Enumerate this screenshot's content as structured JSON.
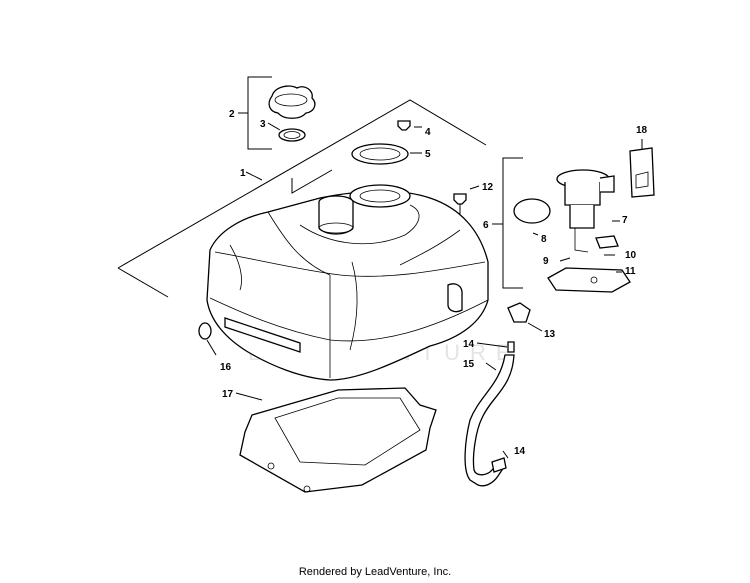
{
  "watermark": "LEADVENTURE",
  "callouts": [
    "1",
    "2",
    "3",
    "4",
    "5",
    "6",
    "7",
    "8",
    "9",
    "10",
    "11",
    "12",
    "13",
    "14",
    "15",
    "16",
    "17",
    "18",
    "14"
  ],
  "footer": "Rendered by LeadVenture, Inc."
}
